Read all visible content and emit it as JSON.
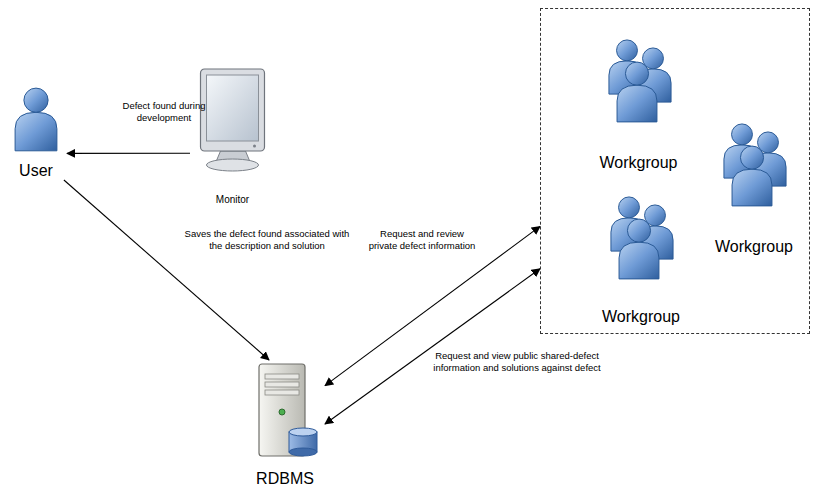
{
  "diagram": {
    "nodes": [
      {
        "text": [
          "User"
        ]
      },
      {
        "text": [
          "Monitor"
        ]
      },
      {
        "text": [
          "RDBMS"
        ]
      },
      {
        "text": []
      },
      {
        "text": [
          "Workgroup"
        ],
        "in": 3
      },
      {
        "text": [
          "Workgroup"
        ],
        "in": 3
      },
      {
        "text": [
          "Workgroup"
        ],
        "in": 3
      }
    ],
    "edges": [
      {
        "from": 1,
        "to": 0,
        "arrow": "to",
        "label": "Defect found during development"
      },
      {
        "from": 0,
        "to": 2,
        "arrow": "to",
        "label": "Saves the defect found associated with the description and solution"
      },
      {
        "from": 2,
        "to": 3,
        "arrow": "both",
        "label": "Request and review private defect information"
      },
      {
        "from": 2,
        "to": 3,
        "arrow": "both",
        "label": "Request and view public shared-defect information and solutions against defect"
      }
    ]
  }
}
